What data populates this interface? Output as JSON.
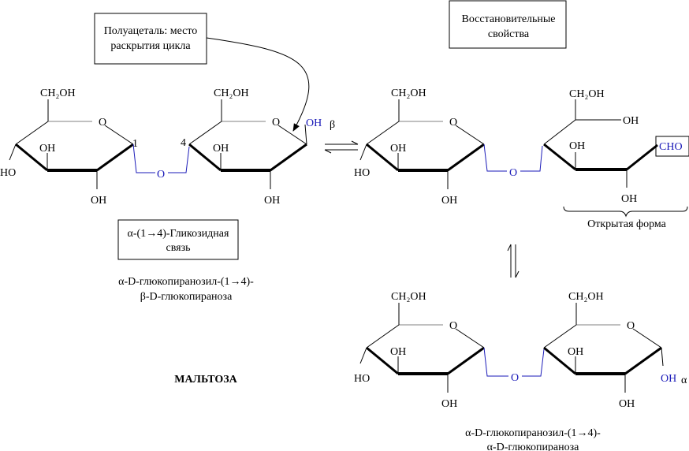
{
  "boxes": {
    "hemiacetal": [
      "Полуацеталь: место",
      "раскрытия цикла"
    ],
    "reducing": [
      "Восстановительные",
      "свойства"
    ],
    "glycosidic": [
      "α-(1→4)-Гликозидная",
      "связь"
    ]
  },
  "labels": {
    "ch2oh": "CH₂OH",
    "oh": "OH",
    "ho": "HO",
    "o": "O",
    "num1": "1",
    "num4": "4",
    "beta": "β",
    "alpha": "α",
    "cho": "CHO",
    "open_form": "Открытая форма"
  },
  "names": {
    "beta_form": [
      "α-D-глюкопиранозил-(1→4)-",
      "β-D-глюкопираноза"
    ],
    "alpha_form": [
      "α-D-глюкопиранозил-(1→4)-",
      "α-D-глюкопираноза"
    ],
    "title": "МАЛЬТОЗА"
  },
  "colors": {
    "bond": "#000000",
    "ring_top": "#808080",
    "glycosidic": "#1a1ab8",
    "highlight": "#1a1ab8"
  }
}
